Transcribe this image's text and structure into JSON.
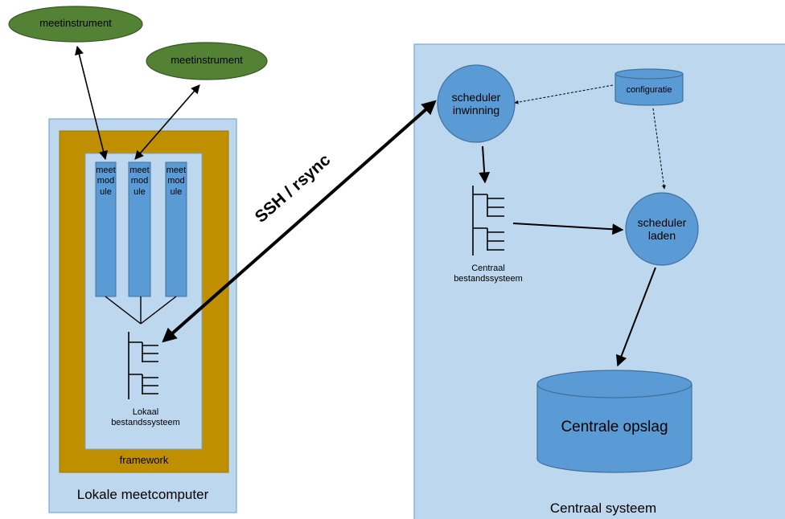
{
  "colors": {
    "panel_fill": "#bdd7ee",
    "panel_stroke": "#7aa7d0",
    "framework_fill": "#bf8f00",
    "node_blue": "#5b9bd5",
    "node_blue_stroke": "#41719c",
    "instrument_green": "#548235",
    "instrument_stroke": "#385723",
    "arrow": "#000000"
  },
  "instruments": [
    {
      "label": "meetinstrument"
    },
    {
      "label": "meetinstrument"
    }
  ],
  "local": {
    "title": "Lokale meetcomputer",
    "framework_label": "framework",
    "modules": [
      {
        "label": "meetmodule"
      },
      {
        "label": "meetmodule"
      },
      {
        "label": "meetmodule"
      }
    ],
    "filesystem_label_1": "Lokaal",
    "filesystem_label_2": "bestandssysteem",
    "filesystem_icon": "tree-icon"
  },
  "connection": {
    "label": "SSH / rsync"
  },
  "central": {
    "title": "Centraal systeem",
    "scheduler_inwinning_1": "scheduler",
    "scheduler_inwinning_2": "inwinning",
    "configuratie": "configuratie",
    "scheduler_laden_1": "scheduler",
    "scheduler_laden_2": "laden",
    "filesystem_label_1": "Centraal",
    "filesystem_label_2": "bestandssysteem",
    "filesystem_icon": "tree-icon",
    "storage": "Centrale opslag"
  }
}
